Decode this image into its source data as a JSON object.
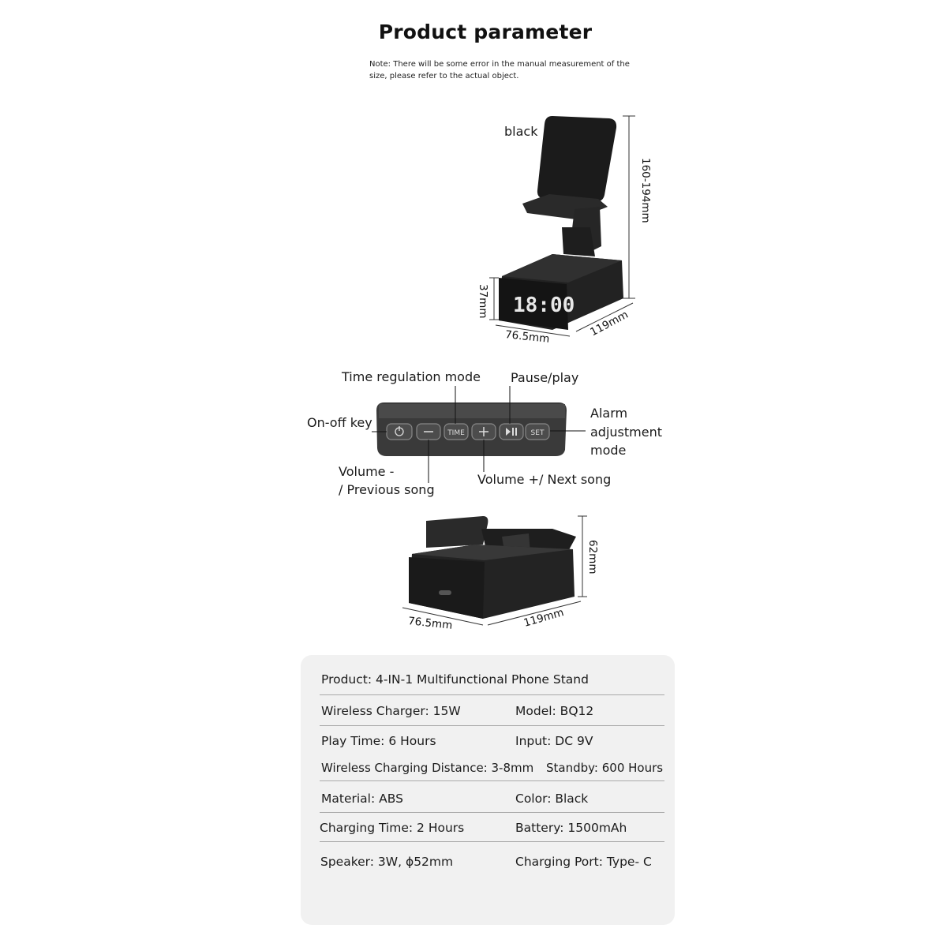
{
  "title": "Product parameter",
  "note": "Note: There will be some error in the manual measurement of the size, please refer to the actual object.",
  "stand_view": {
    "color_label": "black",
    "clock_text": "18:00",
    "height_dim": "160-194mm",
    "side_height_dim": "37mm",
    "width_dim": "76.5mm",
    "depth_dim": "119mm"
  },
  "controls": {
    "time_regulation": "Time regulation mode",
    "pause_play": "Pause/play",
    "on_off": "On-off key",
    "alarm_line1": "Alarm",
    "alarm_line2": "adjustment",
    "alarm_line3": "mode",
    "volume_minus_line1": "Volume -",
    "volume_minus_line2": "/ Previous song",
    "volume_plus": "Volume +/ Next song",
    "buttons": {
      "time": "TIME",
      "set": "SET"
    }
  },
  "folded_view": {
    "height_dim": "62mm",
    "width_dim": "76.5mm",
    "depth_dim": "119mm"
  },
  "specs": {
    "product": "Product: 4-IN-1 Multifunctional Phone Stand",
    "rows": [
      {
        "left": "Wireless Charger: 15W",
        "right": "Model: BQ12"
      },
      {
        "left": "Play Time: 6 Hours",
        "right": "Input: DC 9V"
      },
      {
        "left": "Wireless Charging Distance: 3-8mm",
        "right": "Standby: 600 Hours"
      },
      {
        "left": "Material: ABS",
        "right": "Color: Black"
      },
      {
        "left": "Charging Time: 2 Hours",
        "right": "Battery: 1500mAh"
      },
      {
        "left": "Speaker: 3W, ϕ52mm",
        "right": "Charging Port: Type- C"
      }
    ]
  }
}
